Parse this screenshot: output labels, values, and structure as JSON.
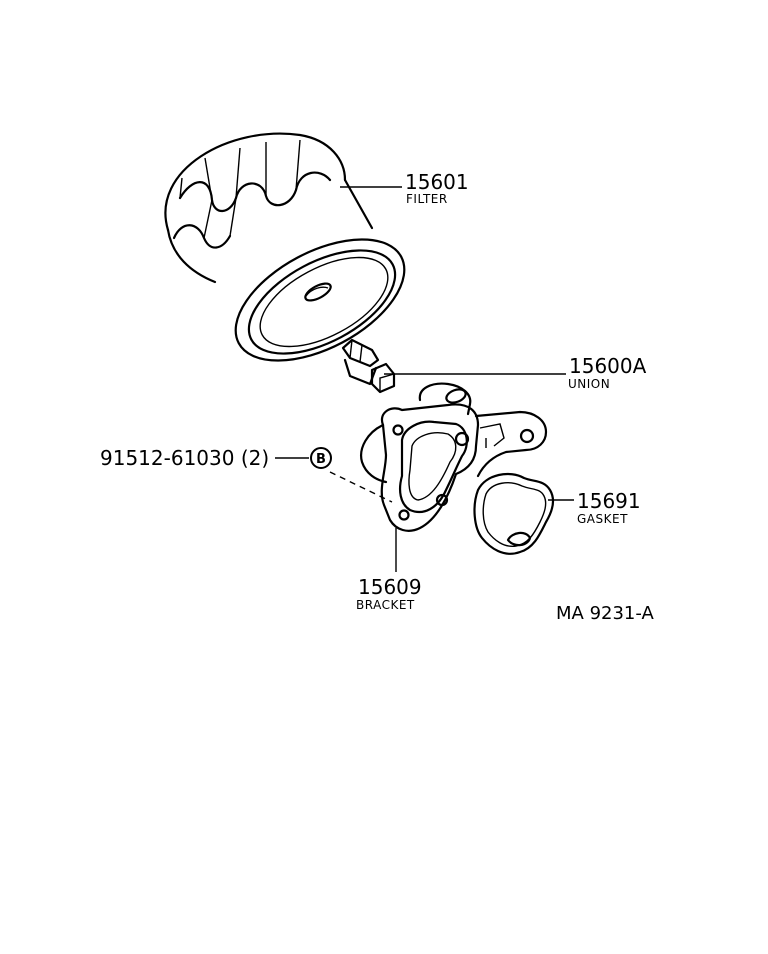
{
  "diagram": {
    "callouts": {
      "filter": {
        "number": "15601",
        "name": "FILTER"
      },
      "union": {
        "number": "15600A",
        "name": "UNION"
      },
      "bolt": {
        "number": "91512-61030 (2)",
        "marker": "B"
      },
      "gasket": {
        "number": "15691",
        "name": "GASKET"
      },
      "bracket": {
        "number": "15609",
        "name": "BRACKET"
      }
    },
    "reference_code": "MA 9231-A"
  }
}
